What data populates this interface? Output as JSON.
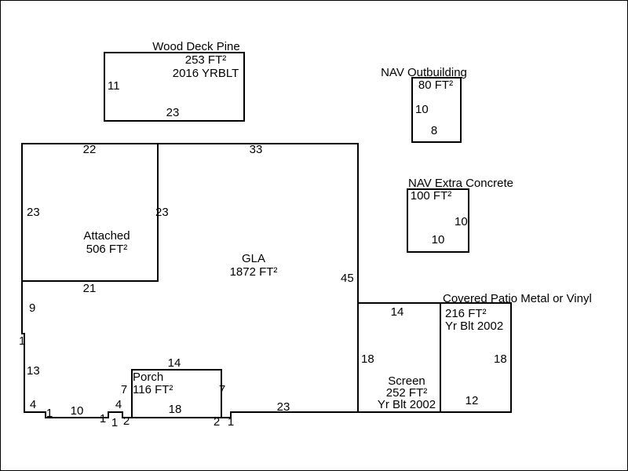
{
  "sketch": {
    "wood_deck": {
      "title": "Wood Deck Pine",
      "area": "253 FT²",
      "yrblt": "2016 YRBLT",
      "dim_left": "11",
      "dim_bottom": "23"
    },
    "nav_outbuilding": {
      "title": "NAV Outbuilding",
      "area": "80 FT²",
      "dim_left": "10",
      "dim_bottom": "8"
    },
    "nav_concrete": {
      "title": "NAV Extra Concrete",
      "area": "100 FT²",
      "dim_right": "10",
      "dim_bottom": "10"
    },
    "attached": {
      "label": "Attached",
      "area": "506 FT²",
      "dim_top": "22",
      "dim_left": "23",
      "dim_right": "23",
      "dim_bottom": "21"
    },
    "gla": {
      "label": "GLA",
      "area": "1872 FT²",
      "dim_top": "33",
      "dim_right": "45",
      "dim_bottom": "23",
      "dim_left_9": "9",
      "dim_left_1": "1",
      "dim_left_13": "13",
      "dim_bottom_4": "4",
      "dim_bottom_1a": "1",
      "dim_bottom_10": "10",
      "dim_bottom_1b": "1",
      "dim_bottom_1c": "1",
      "dim_bottom_2a": "2",
      "dim_left_4b": "4",
      "dim_bottom_2b": "2",
      "dim_bottom_1d": "1"
    },
    "porch": {
      "label": "Porch",
      "area": "116 FT²",
      "dim_top": "14",
      "dim_left": "7",
      "dim_right": "7",
      "dim_bottom": "18"
    },
    "screen": {
      "label": "Screen",
      "area": "252 FT²",
      "yr": "Yr Blt 2002",
      "dim_top": "14",
      "dim_left": "18"
    },
    "patio": {
      "title": "Covered Patio Metal or Vinyl",
      "area": "216 FT²",
      "yr": "Yr Blt 2002",
      "dim_right": "18",
      "dim_bottom": "12"
    }
  },
  "colors": {
    "line": "#000000",
    "background": "#ffffff"
  }
}
